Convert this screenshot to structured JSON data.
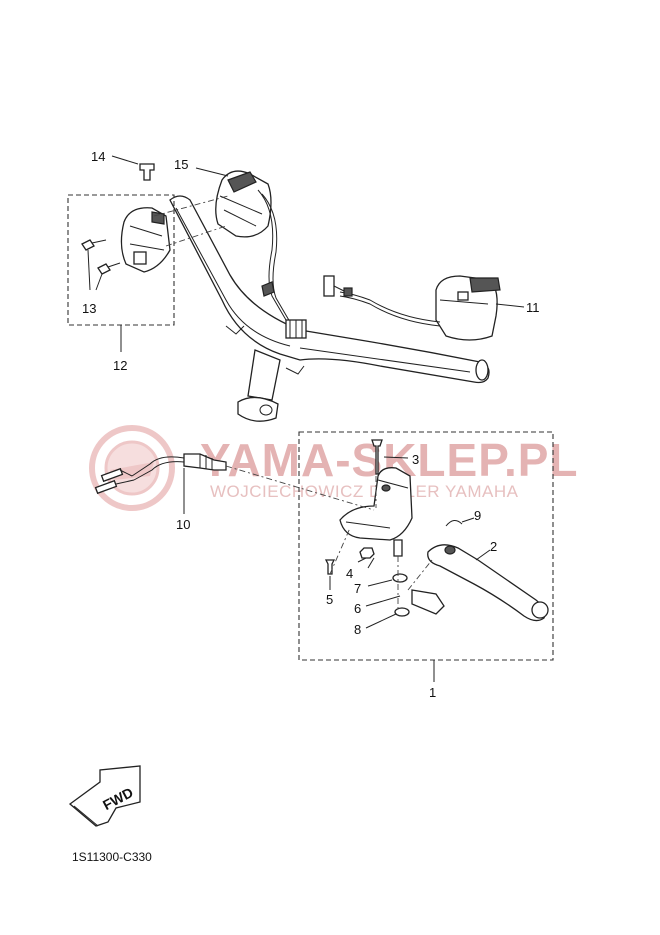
{
  "watermark": {
    "brand": "YAMA-SKLEP.PL",
    "tagline": "WOJCIECHOWICZ DEALER YAMAHA",
    "logo_color": "#e9b5b5"
  },
  "callouts": {
    "c1": "1",
    "c2": "2",
    "c3": "3",
    "c4": "4",
    "c5": "5",
    "c6": "6",
    "c7": "7",
    "c8": "8",
    "c9": "9",
    "c10": "10",
    "c11": "11",
    "c12": "12",
    "c13": "13",
    "c14": "14",
    "c15": "15"
  },
  "fwd_label": "FWD",
  "diagram_code": "1S11300-C330"
}
